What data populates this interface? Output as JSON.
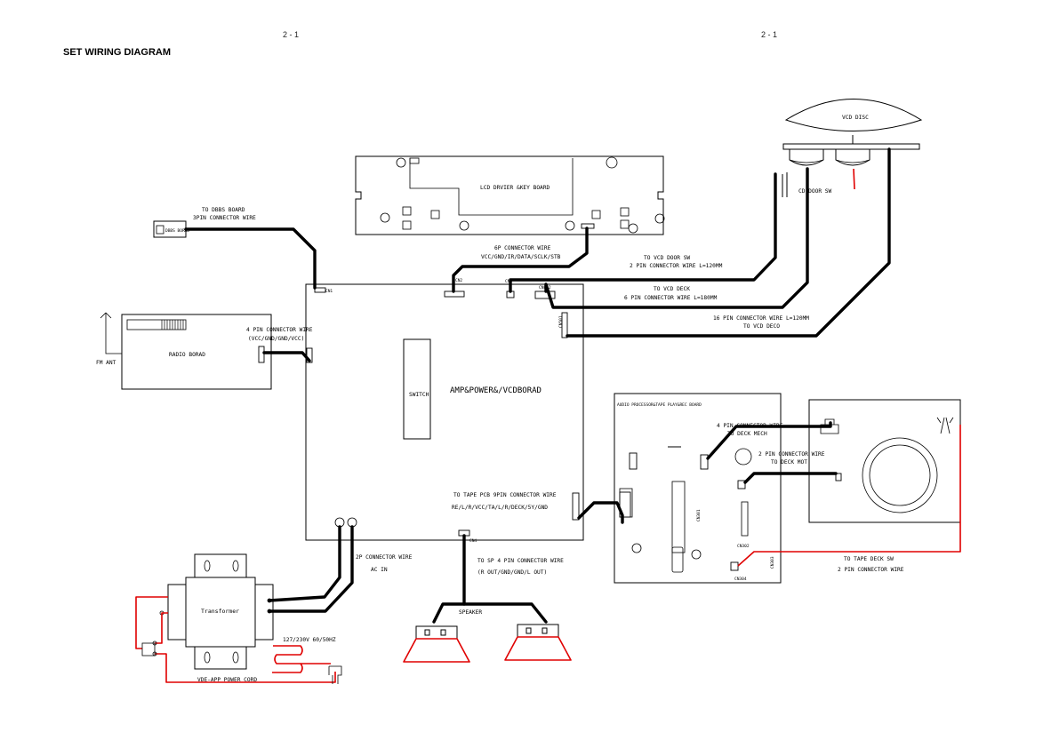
{
  "page": {
    "page_num_left": "2 - 1",
    "page_num_right": "2 - 1",
    "title": "SET WIRING DIAGRAM"
  },
  "boards": {
    "main": "AMP&POWER&/VCDBORAD",
    "switch": "SWITCH",
    "lcd": "LCD DRVIER &KEY BOARD",
    "radio": "RADIO BORAD",
    "audio": "AUDIO PROCESSOR&TAPE PLAY&REC BOARD",
    "transformer": "Transformer",
    "vcd_disc": "VCD DISC",
    "cd_door_sw": "CD DOOR SW"
  },
  "labels": {
    "dbbs_1": "TO DBBS BOARD",
    "dbbs_2": "3PIN CONNECTOR WIRE",
    "lcd_wire_1": "6P CONNECTOR WIRE",
    "lcd_wire_2": "VCC/GND/IR/DATA/SCLK/STB",
    "door_sw_1": "TO VCD DOOR SW",
    "door_sw_2": "2 PIN CONNECTOR WIRE L=120MM",
    "vcd_deck_1": "TO VCD DECK",
    "vcd_deck_2": "6 PIN CONNECTOR WIRE L=180MM",
    "vcd_deco_1": "16 PIN CONNECTOR WIRE L=120MM",
    "vcd_deco_2": "TO VCD DECO",
    "radio_wire_1": "4 PIN CONNECTOR WIRE",
    "radio_wire_2": "(VCC/GND/GND/VCC)",
    "fm_ant": "FM ANT",
    "tape_pcb_1": "TO TAPE PCB  9PIN CONNECTOR WIRE",
    "tape_pcb_2": "RE/L/R/VCC/TA/L/R/DECK/5Y/GND",
    "deck_mech_1": "4 PIN CONNECTOR WIRE",
    "deck_mech_2": "TO DECK MECH",
    "deck_mot_1": "2 PIN CONNECTOR WIRE",
    "deck_mot_2": "TO DECK MOT",
    "ac_in_1": "2P CONNECTOR WIRE",
    "ac_in_2": "AC IN",
    "sp_1": "TO SP 4 PIN CONNECTOR WIRE",
    "sp_2": "(R OUT/GND/GND/L OUT)",
    "speaker": "SPEAKER",
    "voltage": "127/230V 60/50HZ",
    "power_cord": "VDE-APP POWER  CORD",
    "tape_sw_1": "TO TAPE DECK SW",
    "tape_sw_2": "2 PIN CONNECTOR WIRE"
  },
  "connectors": {
    "cn0": "CN1",
    "cn_lcd": "CN2",
    "cn_door": "CN3",
    "cn_deck": "CN802",
    "cn_deco": "CN501",
    "cn_sp": "CN4",
    "cn_dbbs": "DBBS BORAD",
    "cn_audio_a": "CN301",
    "cn_audio_b": "CN302",
    "cn_audio_c": "CN303",
    "cn_audio_d": "CN304"
  },
  "colors": {
    "line": "#000000",
    "power_wire": "#e00000"
  }
}
